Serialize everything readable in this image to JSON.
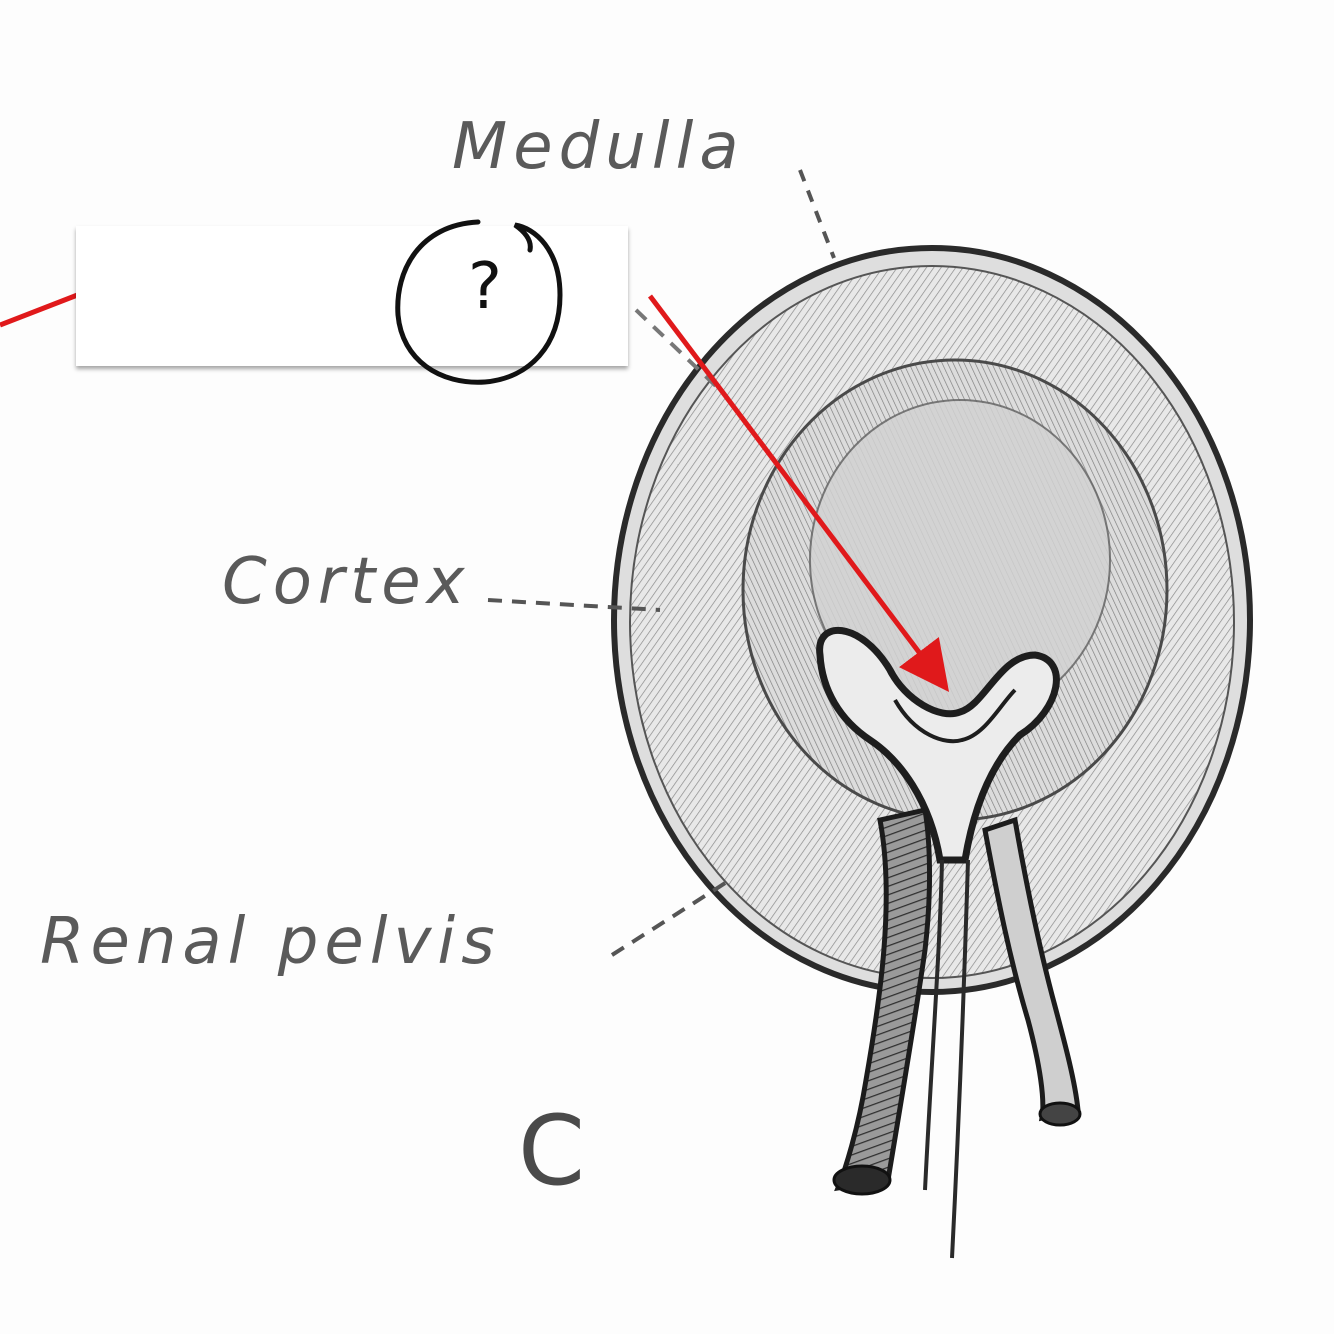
{
  "labels": {
    "medulla": "Medulla",
    "cortex": "Cortex",
    "renal_pelvis": "Renal pelvis",
    "figure_letter": "C"
  },
  "quiz": {
    "unknown_marker": "?"
  },
  "colors": {
    "arrow": "#e0191b",
    "ink": "#3a3a3a",
    "label_text": "#5a5a5a"
  }
}
